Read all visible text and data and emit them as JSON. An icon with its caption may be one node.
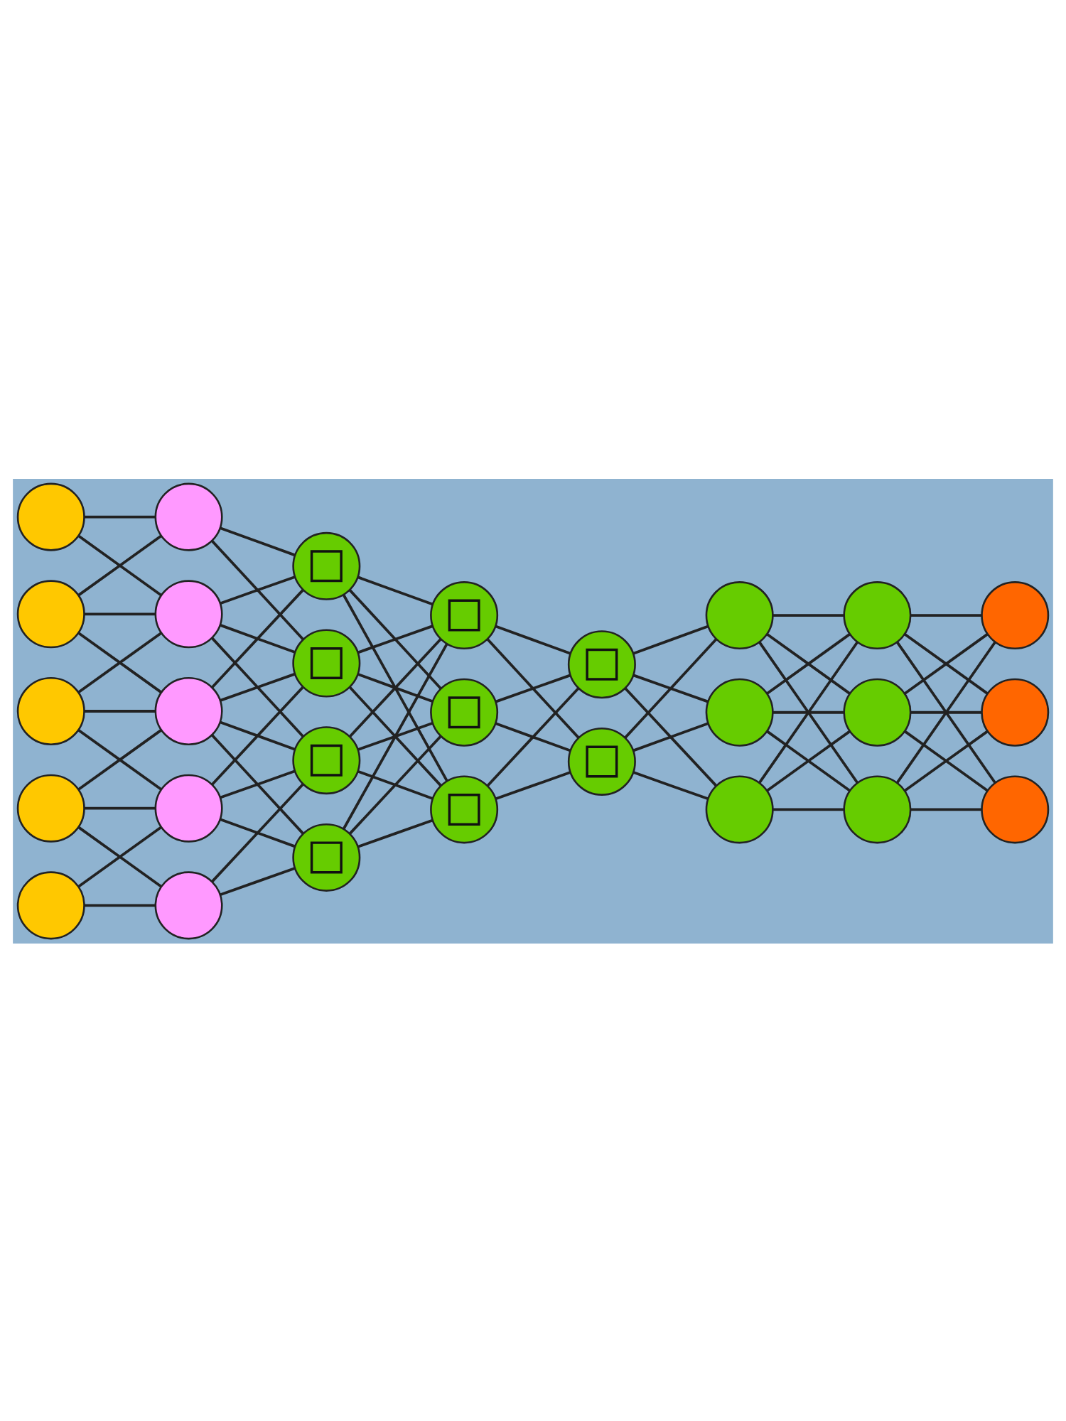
{
  "diagram": {
    "nodes": [
      {
        "text": [],
        "shape": "circle"
      },
      {
        "text": [],
        "shape": "circle"
      },
      {
        "text": [],
        "shape": "circle"
      },
      {
        "text": [],
        "shape": "circle"
      },
      {
        "text": [],
        "shape": "circle"
      },
      {
        "text": [],
        "shape": "circle"
      },
      {
        "text": [],
        "shape": "circle"
      },
      {
        "text": [],
        "shape": "circle"
      },
      {
        "text": [],
        "shape": "circle"
      },
      {
        "text": [],
        "shape": "circle"
      },
      {
        "text": [],
        "shape": "circle"
      },
      {
        "text": [],
        "shape": "circle"
      },
      {
        "text": [],
        "shape": "circle"
      },
      {
        "text": [],
        "shape": "circle"
      },
      {
        "text": [],
        "shape": "circle"
      },
      {
        "text": [],
        "shape": "circle"
      },
      {
        "text": [],
        "shape": "circle"
      },
      {
        "text": [],
        "shape": "circle"
      },
      {
        "text": [],
        "shape": "circle"
      },
      {
        "text": [],
        "shape": "circle"
      },
      {
        "text": [],
        "shape": "circle"
      },
      {
        "text": [],
        "shape": "circle"
      },
      {
        "text": [],
        "shape": "circle"
      },
      {
        "text": [],
        "shape": "circle"
      },
      {
        "text": [],
        "shape": "circle"
      },
      {
        "text": [],
        "shape": "circle"
      },
      {
        "text": [],
        "shape": "circle"
      },
      {
        "text": [],
        "shape": "circle"
      }
    ],
    "edges": [
      {
        "from": 0,
        "to": 5,
        "arrow": "none"
      },
      {
        "from": 0,
        "to": 6,
        "arrow": "none"
      },
      {
        "from": 1,
        "to": 5,
        "arrow": "none"
      },
      {
        "from": 1,
        "to": 6,
        "arrow": "none"
      },
      {
        "from": 1,
        "to": 7,
        "arrow": "none"
      },
      {
        "from": 2,
        "to": 6,
        "arrow": "none"
      },
      {
        "from": 2,
        "to": 7,
        "arrow": "none"
      },
      {
        "from": 2,
        "to": 8,
        "arrow": "none"
      },
      {
        "from": 3,
        "to": 7,
        "arrow": "none"
      },
      {
        "from": 3,
        "to": 8,
        "arrow": "none"
      },
      {
        "from": 3,
        "to": 9,
        "arrow": "none"
      },
      {
        "from": 4,
        "to": 8,
        "arrow": "none"
      },
      {
        "from": 4,
        "to": 9,
        "arrow": "none"
      },
      {
        "from": 5,
        "to": 10,
        "arrow": "none"
      },
      {
        "from": 5,
        "to": 11,
        "arrow": "none"
      },
      {
        "from": 6,
        "to": 10,
        "arrow": "none"
      },
      {
        "from": 6,
        "to": 11,
        "arrow": "none"
      },
      {
        "from": 6,
        "to": 12,
        "arrow": "none"
      },
      {
        "from": 7,
        "to": 10,
        "arrow": "none"
      },
      {
        "from": 7,
        "to": 11,
        "arrow": "none"
      },
      {
        "from": 7,
        "to": 12,
        "arrow": "none"
      },
      {
        "from": 7,
        "to": 13,
        "arrow": "none"
      },
      {
        "from": 8,
        "to": 11,
        "arrow": "none"
      },
      {
        "from": 8,
        "to": 12,
        "arrow": "none"
      },
      {
        "from": 8,
        "to": 13,
        "arrow": "none"
      },
      {
        "from": 9,
        "to": 12,
        "arrow": "none"
      },
      {
        "from": 9,
        "to": 13,
        "arrow": "none"
      },
      {
        "from": 10,
        "to": 14,
        "arrow": "none"
      },
      {
        "from": 10,
        "to": 15,
        "arrow": "none"
      },
      {
        "from": 10,
        "to": 16,
        "arrow": "none"
      },
      {
        "from": 11,
        "to": 14,
        "arrow": "none"
      },
      {
        "from": 11,
        "to": 15,
        "arrow": "none"
      },
      {
        "from": 11,
        "to": 16,
        "arrow": "none"
      },
      {
        "from": 12,
        "to": 14,
        "arrow": "none"
      },
      {
        "from": 12,
        "to": 15,
        "arrow": "none"
      },
      {
        "from": 12,
        "to": 16,
        "arrow": "none"
      },
      {
        "from": 13,
        "to": 14,
        "arrow": "none"
      },
      {
        "from": 13,
        "to": 15,
        "arrow": "none"
      },
      {
        "from": 13,
        "to": 16,
        "arrow": "none"
      },
      {
        "from": 14,
        "to": 17,
        "arrow": "none"
      },
      {
        "from": 14,
        "to": 18,
        "arrow": "none"
      },
      {
        "from": 15,
        "to": 17,
        "arrow": "none"
      },
      {
        "from": 15,
        "to": 18,
        "arrow": "none"
      },
      {
        "from": 16,
        "to": 17,
        "arrow": "none"
      },
      {
        "from": 16,
        "to": 18,
        "arrow": "none"
      },
      {
        "from": 17,
        "to": 19,
        "arrow": "none"
      },
      {
        "from": 17,
        "to": 20,
        "arrow": "none"
      },
      {
        "from": 17,
        "to": 21,
        "arrow": "none"
      },
      {
        "from": 18,
        "to": 19,
        "arrow": "none"
      },
      {
        "from": 18,
        "to": 20,
        "arrow": "none"
      },
      {
        "from": 18,
        "to": 21,
        "arrow": "none"
      },
      {
        "from": 19,
        "to": 22,
        "arrow": "none"
      },
      {
        "from": 19,
        "to": 23,
        "arrow": "none"
      },
      {
        "from": 19,
        "to": 24,
        "arrow": "none"
      },
      {
        "from": 20,
        "to": 22,
        "arrow": "none"
      },
      {
        "from": 20,
        "to": 23,
        "arrow": "none"
      },
      {
        "from": 20,
        "to": 24,
        "arrow": "none"
      },
      {
        "from": 21,
        "to": 22,
        "arrow": "none"
      },
      {
        "from": 21,
        "to": 23,
        "arrow": "none"
      },
      {
        "from": 21,
        "to": 24,
        "arrow": "none"
      },
      {
        "from": 22,
        "to": 25,
        "arrow": "none"
      },
      {
        "from": 22,
        "to": 26,
        "arrow": "none"
      },
      {
        "from": 22,
        "to": 27,
        "arrow": "none"
      },
      {
        "from": 23,
        "to": 25,
        "arrow": "none"
      },
      {
        "from": 23,
        "to": 26,
        "arrow": "none"
      },
      {
        "from": 23,
        "to": 27,
        "arrow": "none"
      },
      {
        "from": 24,
        "to": 25,
        "arrow": "none"
      },
      {
        "from": 24,
        "to": 26,
        "arrow": "none"
      },
      {
        "from": 24,
        "to": 27,
        "arrow": "none"
      }
    ]
  }
}
